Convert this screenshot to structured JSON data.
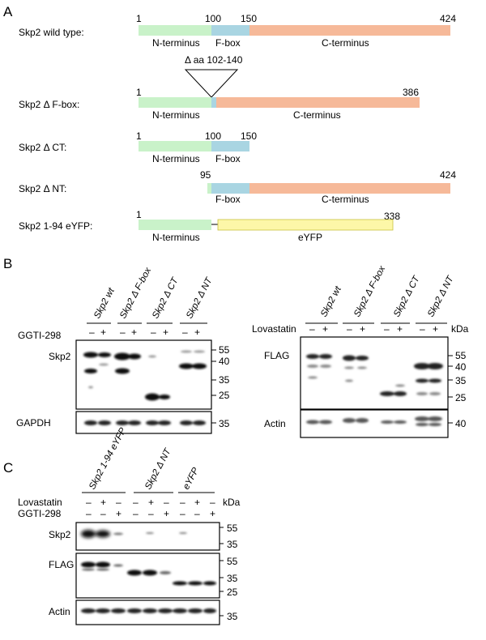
{
  "panels": {
    "a": "A",
    "b": "B",
    "c": "C"
  },
  "colors": {
    "n_terminus": "#c9f2c9",
    "f_box": "#a9d5e2",
    "c_terminus": "#f6b999",
    "eyfp": "#fdf7a8"
  },
  "panel_a": {
    "constructs": [
      {
        "label": "Skp2 wild type:",
        "nums": [
          "1",
          "100",
          "150",
          "424"
        ]
      },
      {
        "label": "Skp2 Δ F-box:",
        "nums": [
          "1",
          "386"
        ]
      },
      {
        "label": "Skp2 Δ CT:",
        "nums": [
          "1",
          "100",
          "150"
        ]
      },
      {
        "label": "Skp2 Δ NT:",
        "nums": [
          "95",
          "424"
        ]
      },
      {
        "label": "Skp2 1-94 eYFP:",
        "nums": [
          "1",
          "338"
        ]
      }
    ],
    "deletion_label": "Δ aa 102-140",
    "domains": {
      "n_terminus": "N-terminus",
      "f_box": "F-box",
      "c_terminus": "C-terminus",
      "eyfp": "eYFP"
    }
  },
  "panel_b": {
    "left_lanes": [
      "Skp2 wt",
      "Skp2 Δ F-box",
      "Skp2 Δ CT",
      "Skp2 Δ NT"
    ],
    "right_lanes": [
      "Skp2 wt",
      "Skp2 Δ F-box",
      "Skp2 Δ CT",
      "Skp2 Δ NT"
    ],
    "left_treatment": "GGTI-298",
    "right_treatment": "Lovastatin",
    "left_signs": [
      "–",
      "+",
      "–",
      "+",
      "–",
      "+",
      "–",
      "+"
    ],
    "right_signs": [
      "–",
      "+",
      "–",
      "+",
      "–",
      "+",
      "–",
      "+"
    ],
    "kda": "kDa",
    "left_blots": [
      {
        "label": "Skp2"
      },
      {
        "label": "GAPDH"
      }
    ],
    "right_blots": [
      {
        "label": "FLAG"
      },
      {
        "label": "Actin"
      }
    ],
    "left_markers": [
      "55",
      "40",
      "35",
      "25"
    ],
    "left_gapdh_marker": "35",
    "right_markers": [
      "55",
      "40",
      "35",
      "25"
    ],
    "right_actin_marker": "40"
  },
  "panel_c": {
    "lanes": [
      "Skp2 1-94 eYFP",
      "Skp2 Δ NT",
      "eYFP"
    ],
    "treatment_1": "Lovastatin",
    "treatment_2": "GGTI-298",
    "signs_1": [
      "–",
      "+",
      "–",
      "–",
      "+",
      "–",
      "–",
      "+",
      "–"
    ],
    "signs_2": [
      "–",
      "–",
      "+",
      "–",
      "–",
      "+",
      "–",
      "–",
      "+"
    ],
    "kda": "kDa",
    "blots": [
      {
        "label": "Skp2"
      },
      {
        "label": "FLAG"
      },
      {
        "label": "Actin"
      }
    ],
    "skp2_markers": [
      "55",
      "35"
    ],
    "flag_markers": [
      "55",
      "35",
      "25"
    ],
    "actin_marker": "35"
  }
}
